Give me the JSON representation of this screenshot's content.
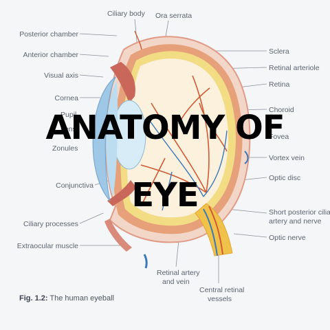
{
  "title": {
    "line1": "ANATOMY OF",
    "line2": "EYE"
  },
  "caption": {
    "fig": "Fig. 1.2:",
    "text": "The human eyeball"
  },
  "labels": {
    "ciliary_body": "Ciliary body",
    "ora_serrata": "Ora serrata",
    "posterior_chamber": "Posterior chamber",
    "anterior_chamber": "Anterior chamber",
    "visual_axis": "Visual axis",
    "cornea": "Cornea",
    "pupil": "Pupil",
    "lens": "Lens",
    "zonules": "Zonules",
    "conjunctiva": "Conjunctiva",
    "ciliary_processes": "Ciliary processes",
    "extraocular_muscle": "Extraocular muscle",
    "sclera": "Sclera",
    "retinal_arteriole": "Retinal arteriole",
    "retina": "Retina",
    "choroid": "Choroid",
    "fovea": "Fovea",
    "vortex_vein": "Vortex vein",
    "optic_disc": "Optic disc",
    "short_posterior_ciliary_1": "Short posterior ciliary",
    "short_posterior_ciliary_2": "artery and nerve",
    "optic_nerve": "Optic nerve",
    "retinal_artery_1": "Retinal artery",
    "retinal_artery_2": "and vein",
    "central_retinal_1": "Central retinal",
    "central_retinal_2": "vessels"
  },
  "colors": {
    "sclera": "#f2d7c9",
    "choroid": "#e6a07a",
    "retina": "#f2dc84",
    "vitreous": "#fbf4e4",
    "cornea": "#9fc7e6",
    "vessel": "#cf5a34",
    "vein": "#3a78b8",
    "optic_nerve": "#f0c24a"
  }
}
